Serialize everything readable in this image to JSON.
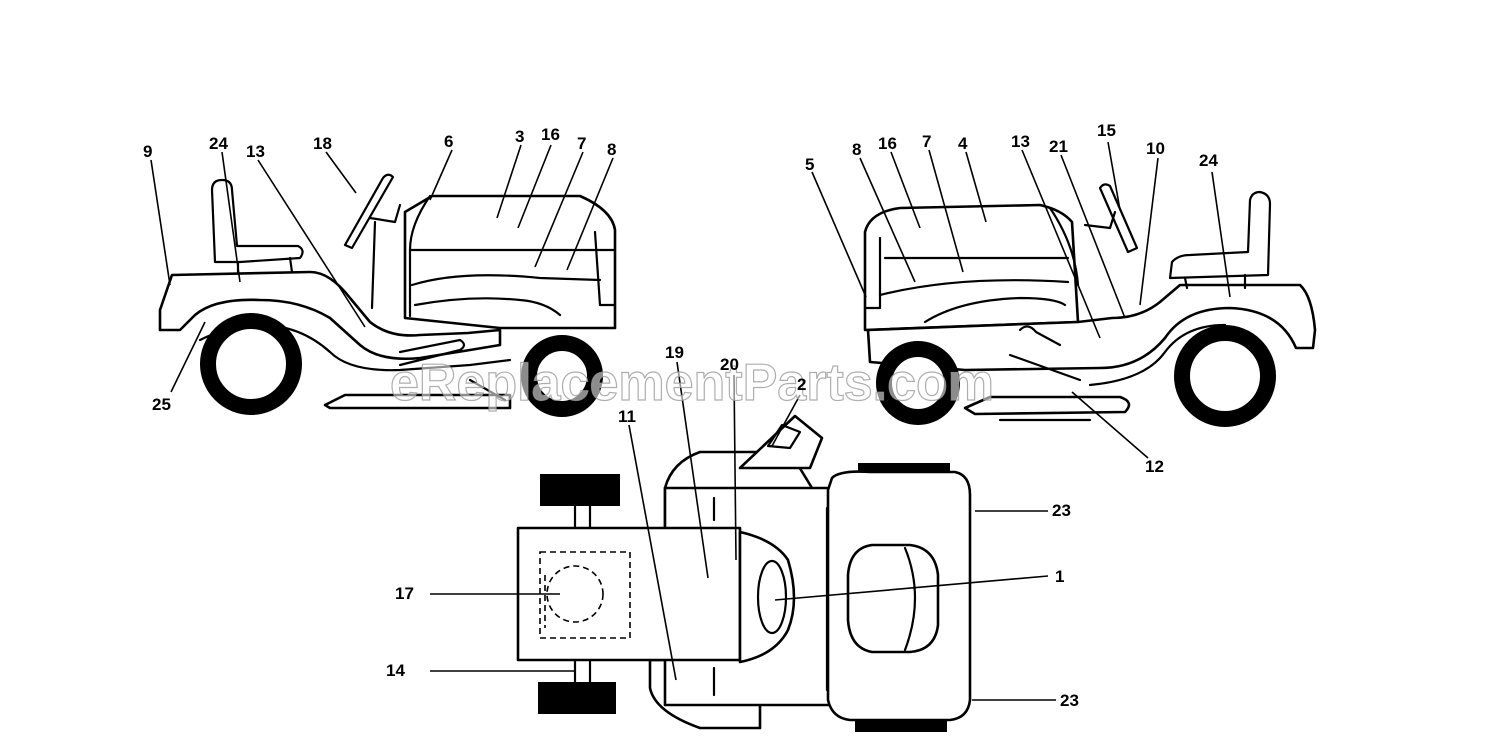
{
  "watermark": "eReplacementParts.com",
  "left_view": {
    "labels": [
      "9",
      "24",
      "13",
      "18",
      "6",
      "3",
      "16",
      "7",
      "8",
      "25"
    ]
  },
  "right_view": {
    "labels": [
      "5",
      "8",
      "16",
      "7",
      "4",
      "13",
      "21",
      "15",
      "10",
      "24",
      "12"
    ]
  },
  "top_view": {
    "labels": [
      "19",
      "20",
      "2",
      "11",
      "17",
      "14",
      "23",
      "1",
      "23"
    ]
  }
}
